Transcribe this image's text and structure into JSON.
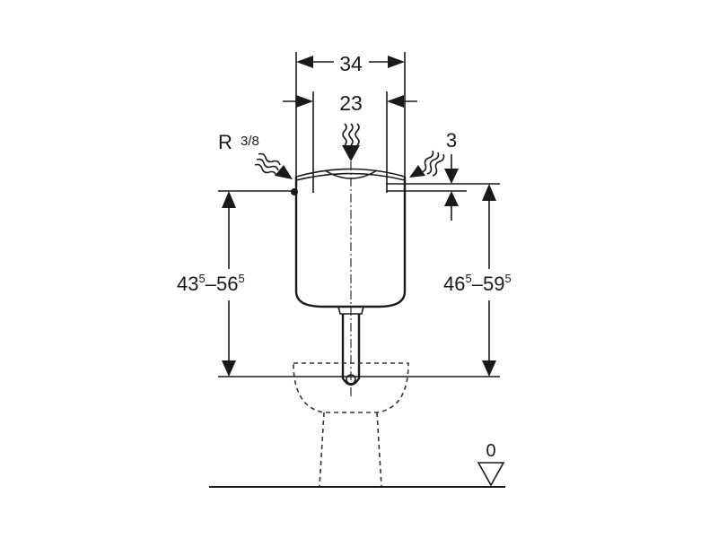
{
  "diagram": {
    "title_labels": {
      "width_outer": "34",
      "width_inner": "23",
      "connection": "R",
      "connection_fraction": "3/8",
      "offset": "3",
      "height_left": {
        "a": "43",
        "a_sup": "5",
        "dash": "–",
        "b": "56",
        "b_sup": "5"
      },
      "height_right": {
        "a": "46",
        "a_sup": "5",
        "dash": "–",
        "b": "59",
        "b_sup": "5"
      },
      "floor_level": "0"
    },
    "colors": {
      "line": "#1a1a1a",
      "background": "#ffffff"
    }
  }
}
